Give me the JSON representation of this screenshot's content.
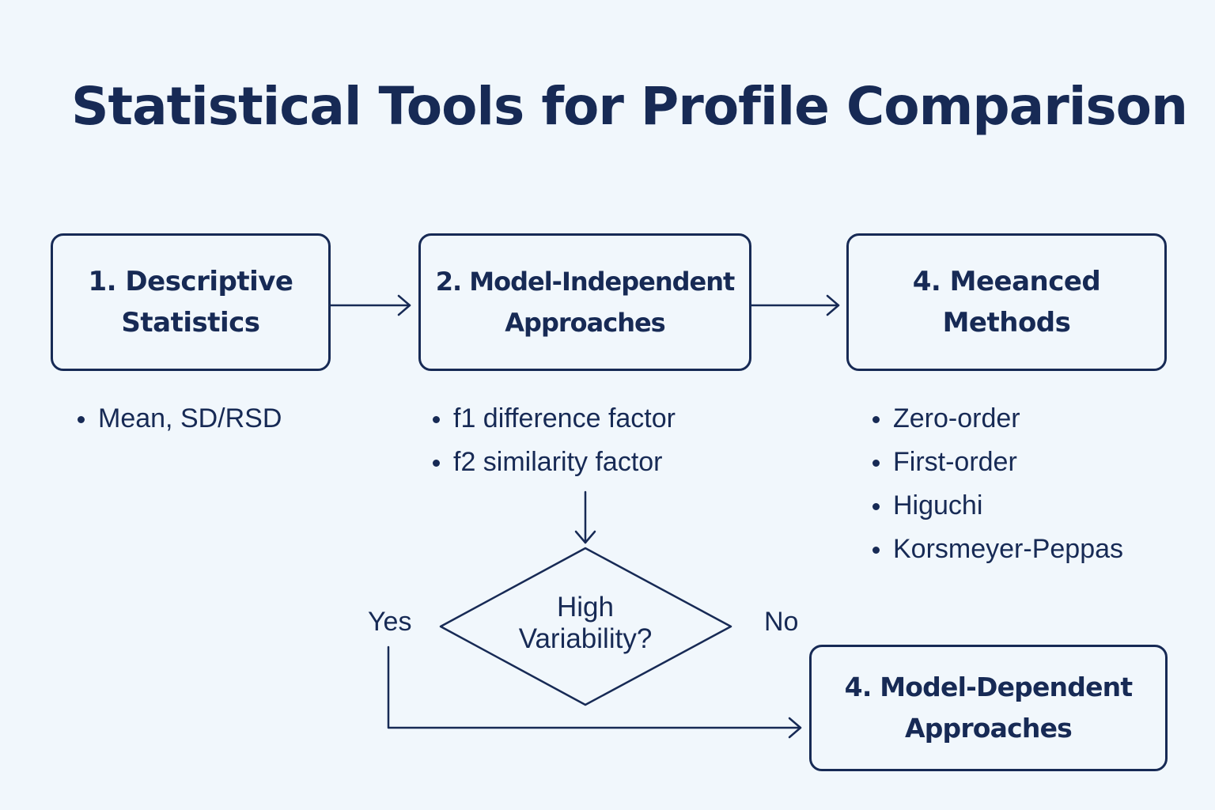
{
  "title": "Statistical Tools for Profile Comparison",
  "nodes": {
    "descriptive": {
      "line1": "1. Descriptive",
      "line2": "Statistics"
    },
    "model_independent": {
      "line1": "2. Model-Independent",
      "line2": "Approaches"
    },
    "meeanced": {
      "line1": "4. Meeanced",
      "line2": "Methods"
    },
    "model_dependent": {
      "line1": "4. Model-Dependent",
      "line2": "Approaches"
    }
  },
  "bullets": {
    "descriptive": [
      "Mean, SD/RSD"
    ],
    "model_independent": [
      "f1 difference factor",
      "f2 similarity factor"
    ],
    "meeanced": [
      "Zero-order",
      "First-order",
      "Higuchi",
      "Korsmeyer-Peppas"
    ]
  },
  "decision": {
    "line1": "High",
    "line2": "Variability?"
  },
  "branches": {
    "yes": "Yes",
    "no": "No"
  },
  "colors": {
    "background": "#f1f7fc",
    "ink": "#172a55"
  }
}
